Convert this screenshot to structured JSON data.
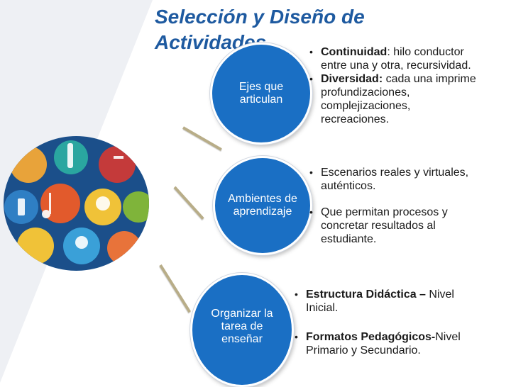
{
  "title": "Selección y Diseño de Actividades",
  "circles": {
    "ejes": "Ejes que articulan",
    "ambientes": "Ambientes de aprendizaje",
    "organizar": "Organizar la tarea de enseñar"
  },
  "bullets_ejes": {
    "item1_bold": "Continuidad",
    "item1_rest": ": hilo conductor entre una y otra, recursividad.",
    "item2_bold": "Diversidad:",
    "item2_rest": " cada una imprime profundizaciones, complejizaciones, recreaciones."
  },
  "bullets_ambientes": {
    "item1": "Escenarios reales y virtuales, auténticos.",
    "item2": "Que permitan procesos y concretar resultados al estudiante."
  },
  "bullets_organizar": {
    "item1_bold": "Estructura Didáctica –",
    "item1_rest": " Nivel Inicial.",
    "item2_bold": "Formatos Pedagógicos-",
    "item2_rest": "Nivel Primario y Secundario."
  },
  "colors": {
    "circle": "#1a6fc4",
    "title": "#1e5aa0",
    "connector": "#b8ad88"
  }
}
